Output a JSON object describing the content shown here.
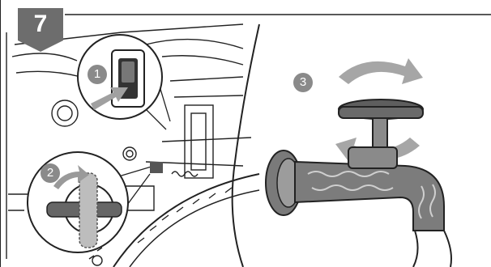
{
  "step": {
    "number": "7"
  },
  "callouts": [
    {
      "number": "1"
    },
    {
      "number": "2"
    },
    {
      "number": "3"
    }
  ],
  "colors": {
    "badge": "#6d6d6d",
    "callout": "#8a8a8a",
    "arrow": "#9a9a9a",
    "line": "#1a1a1a"
  },
  "icons": [
    "switch-icon",
    "push-arrow-icon",
    "rotate-arrow-icon",
    "valve-knob-icon",
    "faucet-icon",
    "hose-icon"
  ]
}
